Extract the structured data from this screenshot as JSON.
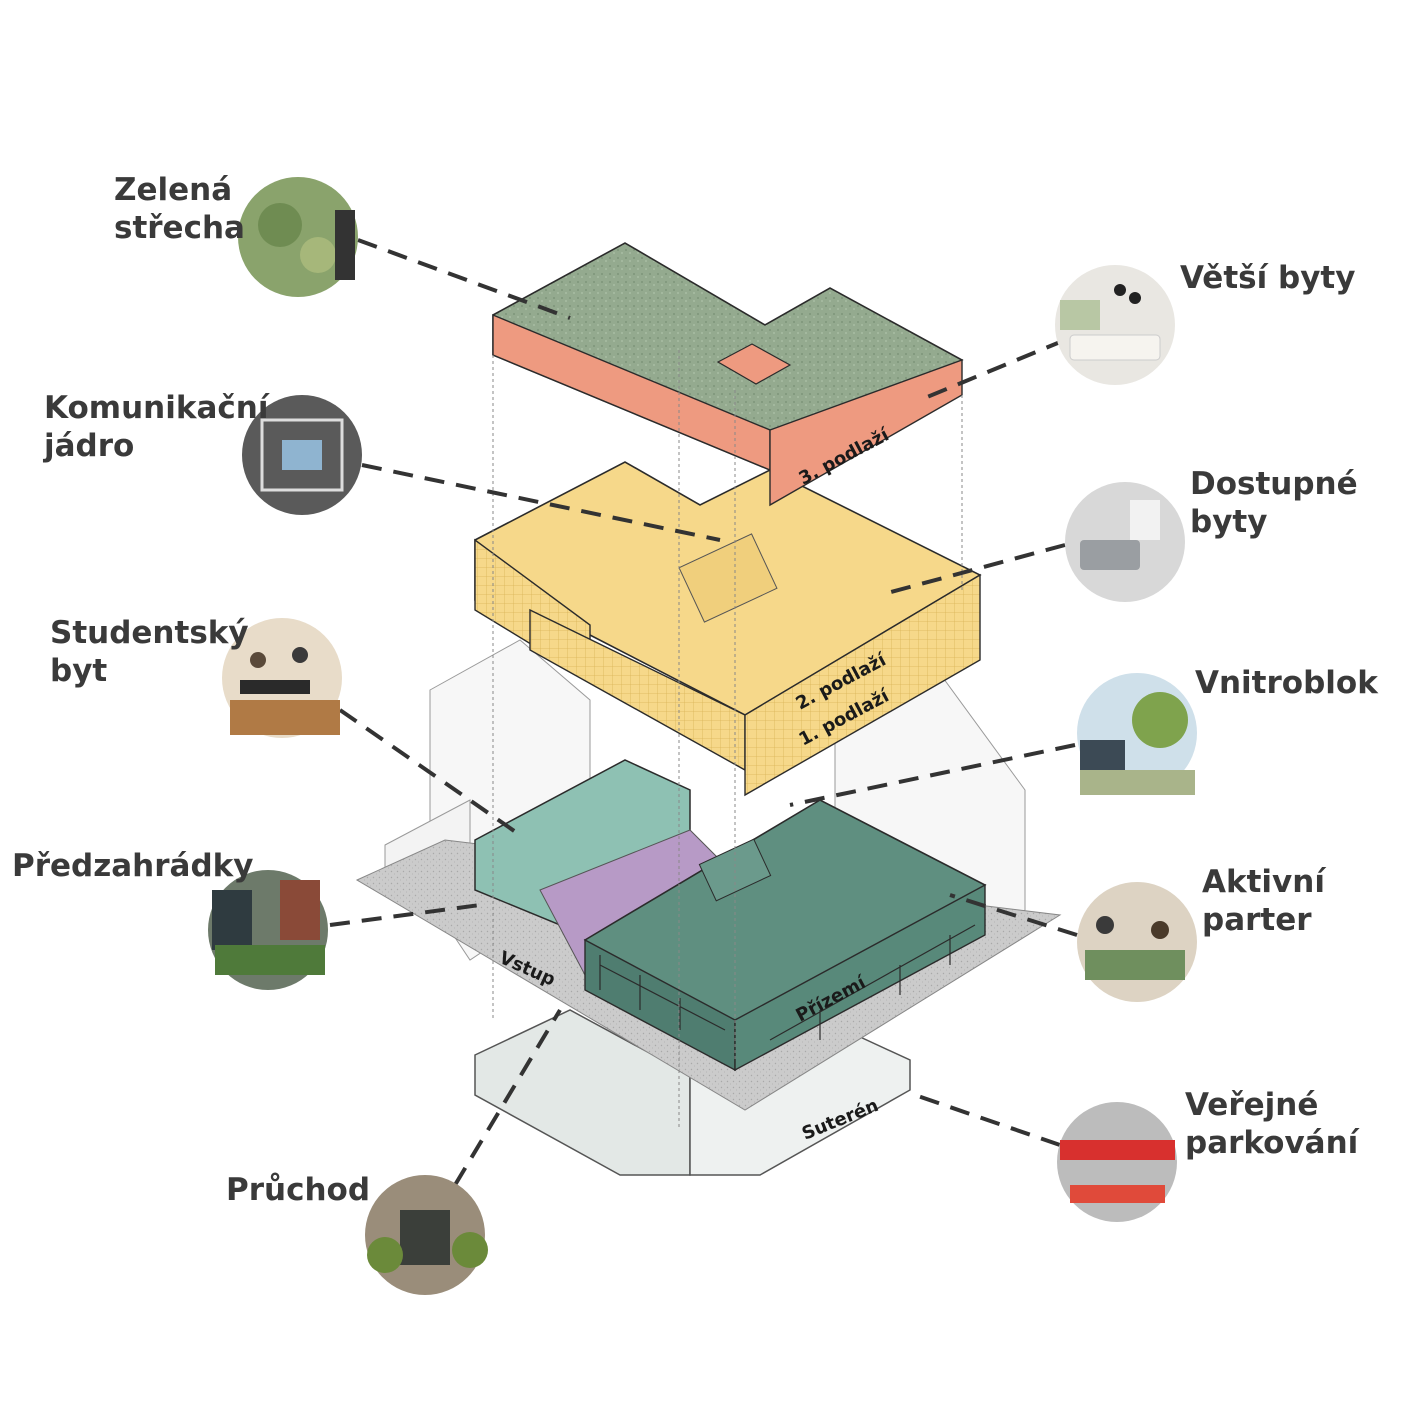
{
  "labels": {
    "green_roof": [
      "Zelená",
      "střecha"
    ],
    "larger_flats": [
      "Větší byty"
    ],
    "core": [
      "Komunikační",
      "jádro"
    ],
    "affordable_flats": [
      "Dostupné",
      "byty"
    ],
    "student_flat": [
      "Studentský",
      "byt"
    ],
    "courtyard": [
      "Vnitroblok"
    ],
    "front_gardens": [
      "Předzahrádky"
    ],
    "active_ground": [
      "Aktivní",
      "parter"
    ],
    "passage": [
      "Průchod"
    ],
    "public_parking": [
      "Veřejné",
      "parkování"
    ]
  },
  "floors": {
    "third": "3. podlaží",
    "second": "2. podlaží",
    "first": "1. podlaží",
    "ground": "Přízemí",
    "entrance": "Vstup",
    "basement": "Suterén"
  },
  "colors": {
    "roof_green": "#8fa589",
    "roof_salmon": "#ee9a80",
    "upper_yellow": "#f6d88a",
    "ground_teal": "#5e8f7f",
    "lightteal": "#8ec1b3",
    "purple": "#b79ac6",
    "pavement": "#c9c9c9",
    "basement": "#e7ebe9",
    "ghost": "#f6f6f6"
  }
}
